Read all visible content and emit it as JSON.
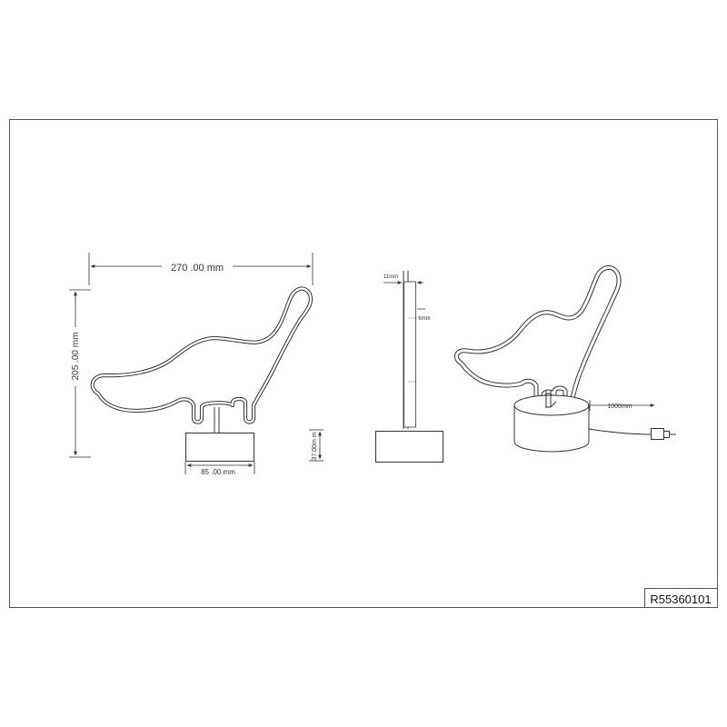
{
  "dimensions": {
    "width": "270 .00 mm",
    "height": "205 .00 mm",
    "base_width": "85 .00 mm",
    "base_height": "37.00m m",
    "depth_top": "11mm",
    "depth_body": "6mm",
    "cable_length": "1000mm"
  },
  "product_code": "R55360101",
  "colors": {
    "line": "#333333",
    "frame": "#555555"
  }
}
